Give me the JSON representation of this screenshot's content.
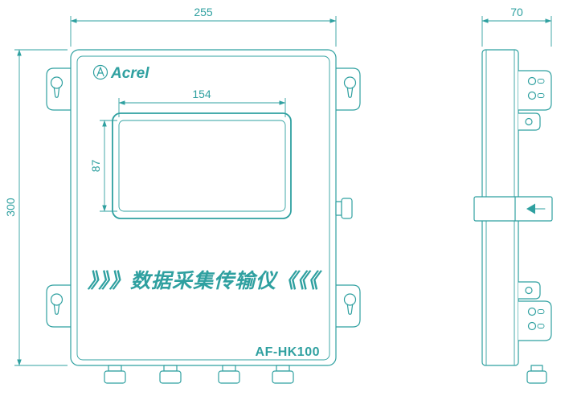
{
  "drawing": {
    "accent_color": "#2fa0a0",
    "brand": "Acrel",
    "model": "AF-HK100",
    "center_label": "》》》数据采集传输仪《《《",
    "dimensions": {
      "front_width": "255",
      "front_height": "300",
      "side_depth": "70",
      "screen_width": "154",
      "screen_height": "87"
    },
    "icons": {
      "logo": "acrel-logo-icon"
    }
  }
}
